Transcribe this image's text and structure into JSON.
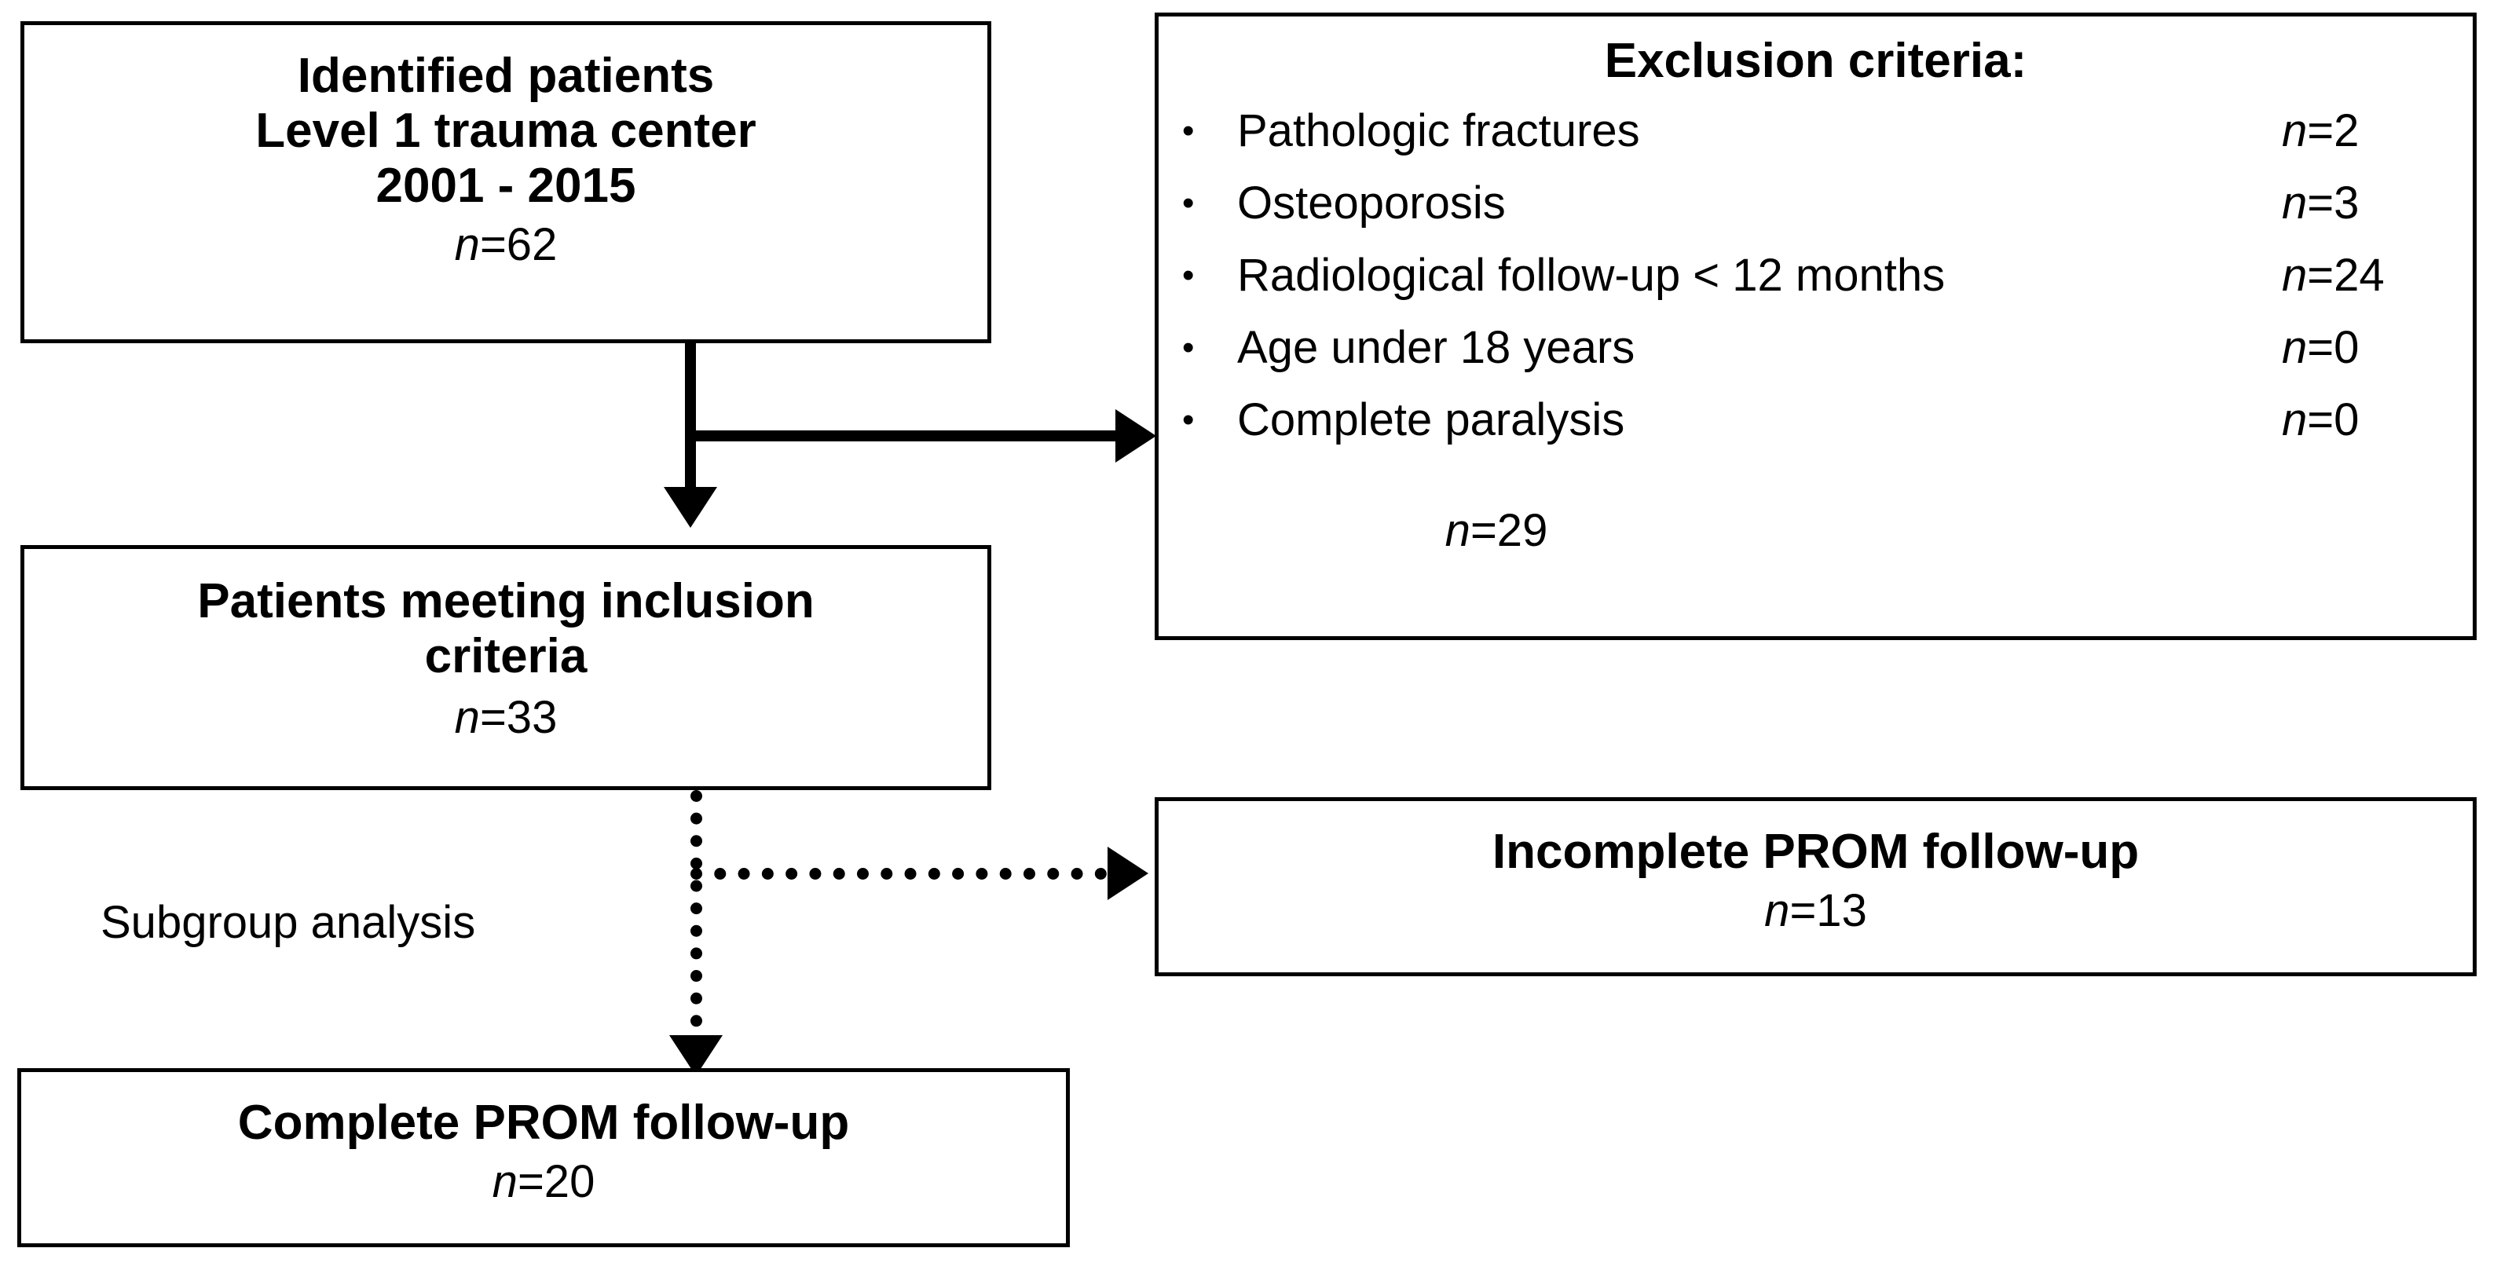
{
  "diagram": {
    "title": "Patient selection flow diagram",
    "colors": {
      "stroke": "#000000",
      "background": "#ffffff",
      "text": "#000000"
    },
    "boxes": {
      "identified": {
        "line1": "Identified patients",
        "line2": "Level 1 trauma center",
        "line3": "2001 - 2015",
        "n_prefix": "n",
        "n_value": "=62"
      },
      "inclusion": {
        "line1": "Patients meeting inclusion",
        "line2": "criteria",
        "n_prefix": "n",
        "n_value": "=33"
      },
      "incomplete_prom": {
        "line1": "Incomplete PROM follow-up",
        "n_prefix": "n",
        "n_value": "=13"
      },
      "complete_prom": {
        "line1": "Complete PROM follow-up",
        "n_prefix": "n",
        "n_value": "=20"
      },
      "exclusion": {
        "title": "Exclusion criteria:",
        "bullet_glyph": "•",
        "items": [
          {
            "label": "Pathologic fractures",
            "n_prefix": "n",
            "n_value": "=2"
          },
          {
            "label": "Osteoporosis",
            "n_prefix": "n",
            "n_value": "=3"
          },
          {
            "label": "Radiological follow-up < 12 months",
            "n_prefix": "n",
            "n_value": "=24"
          },
          {
            "label": "Age under 18 years",
            "n_prefix": "n",
            "n_value": "=0"
          },
          {
            "label": "Complete paralysis",
            "n_prefix": "n",
            "n_value": "=0"
          }
        ],
        "total_prefix": "n",
        "total_value": "=29"
      }
    },
    "edges": {
      "subgroup_label": "Subgroup analysis"
    }
  }
}
